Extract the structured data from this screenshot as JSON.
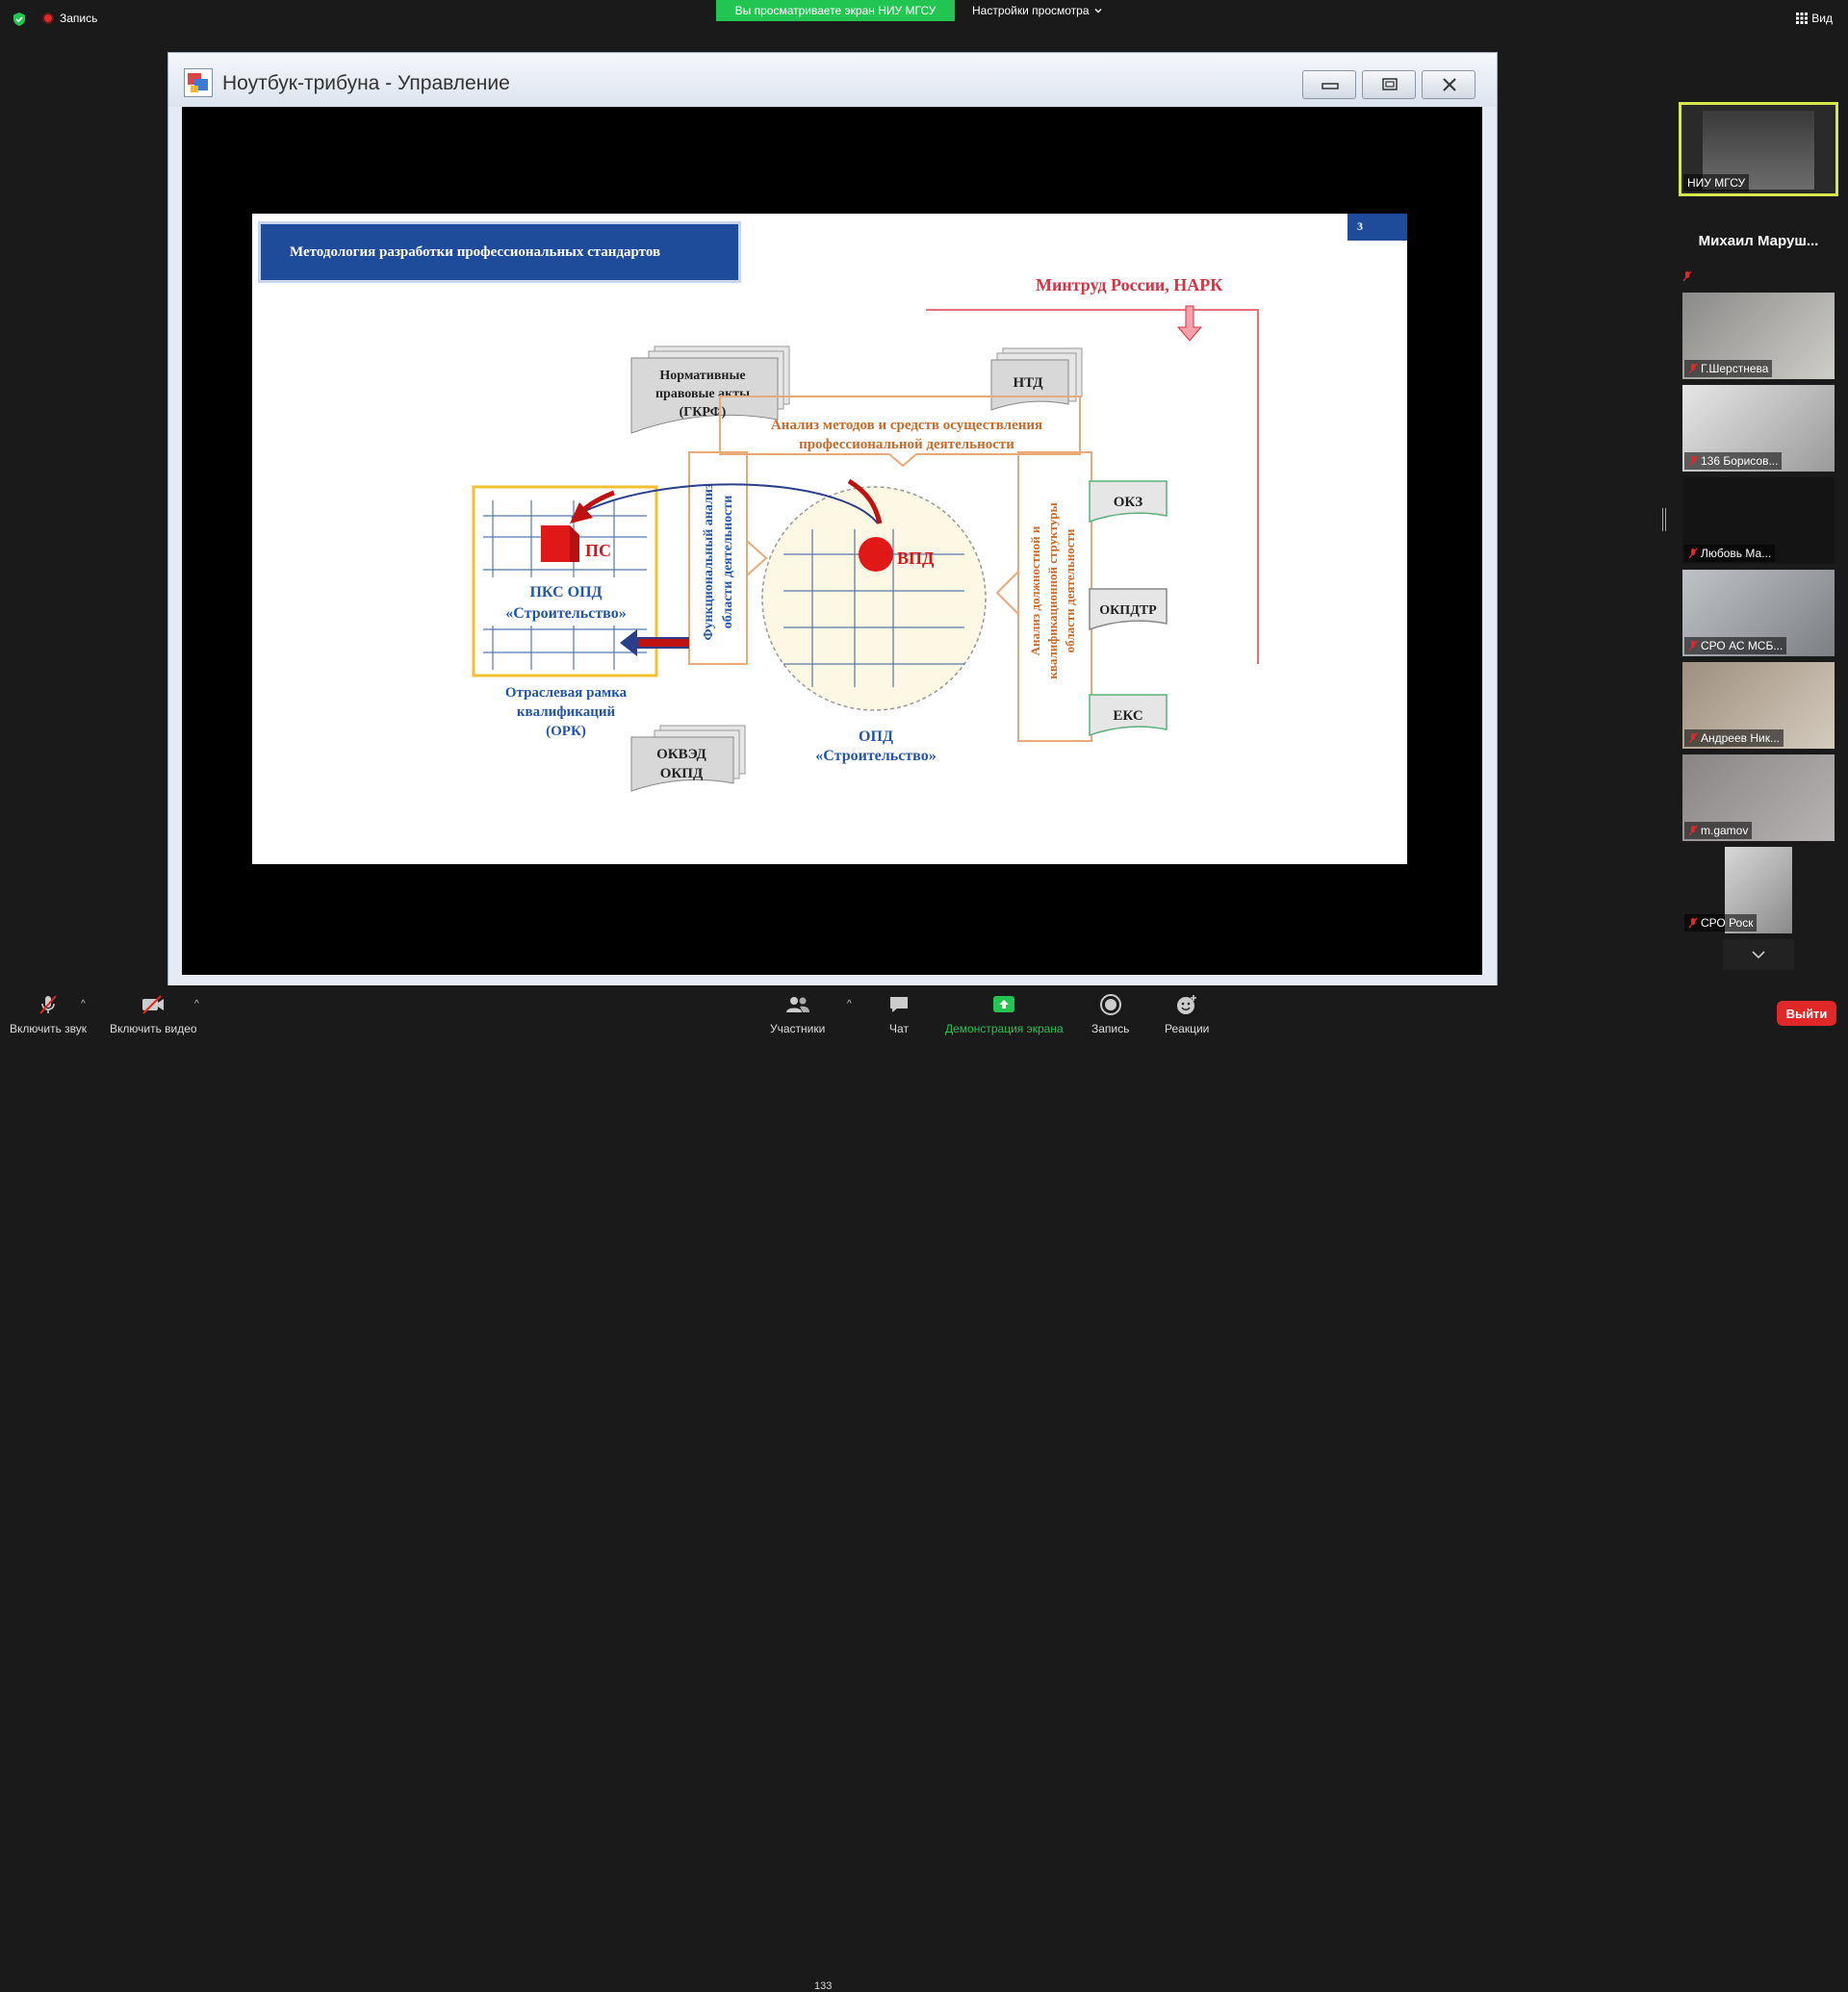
{
  "top": {
    "recording_label": "Запись",
    "viewing_banner": "Вы просматриваете экран НИУ МГСУ",
    "view_settings": "Настройки просмотра",
    "view_button": "Вид"
  },
  "window": {
    "title": "Ноутбук-трибуна - Управление"
  },
  "slide": {
    "title": "Методология разработки профессиональных стандартов",
    "page_number": "3",
    "labels": {
      "mintrud": "Минтруд России, НАРК",
      "npa_1": "Нормативные",
      "npa_2": "правовые акты",
      "npa_3": "(ГКРФ)",
      "ntd": "НТД",
      "analysis_1": "Анализ методов и средств осуществления",
      "analysis_2": "профессиональной деятельности",
      "func_1": "Функциональный анализ",
      "func_2": "области деятельности",
      "anal_dolzh_1": "Анализ должностной и",
      "anal_dolzh_2": "квалификационной структуры",
      "anal_dolzh_3": "области деятельности",
      "okz": "ОКЗ",
      "okpdtr": "ОКПДТР",
      "eks": "ЕКС",
      "ps": "ПС",
      "vpd": "ВПД",
      "pks_1": "ПКС ОПД",
      "pks_2": "«Строительство»",
      "ork_1": "Отраслевая рамка",
      "ork_2": "квалификаций",
      "ork_3": "(ОРК)",
      "okved_1": "ОКВЭД",
      "okved_2": "ОКПД",
      "opd_1": "ОПД",
      "opd_2": "«Строительство»"
    }
  },
  "participants": {
    "self": "НИУ МГСУ",
    "featured_name": "Михаил Маруш...",
    "tiles": [
      {
        "name": "Г.Шерстнева"
      },
      {
        "name": "136 Борисов..."
      },
      {
        "name": "Любовь Ма..."
      },
      {
        "name": "СРО АС МСБ..."
      },
      {
        "name": "Андреев Ник..."
      },
      {
        "name": "m.gamov"
      },
      {
        "name": "СРО Роск"
      }
    ]
  },
  "toolbar": {
    "unmute": "Включить звук",
    "start_video": "Включить видео",
    "participants": "Участники",
    "participants_count": "133",
    "chat": "Чат",
    "share_screen": "Демонстрация экрана",
    "record": "Запись",
    "reactions": "Реакции",
    "leave": "Выйти"
  },
  "colors": {
    "banner_green": "#23c552",
    "slide_blue": "#1e4c9a",
    "leave_red": "#e02828",
    "active_border": "#d7e84a"
  }
}
